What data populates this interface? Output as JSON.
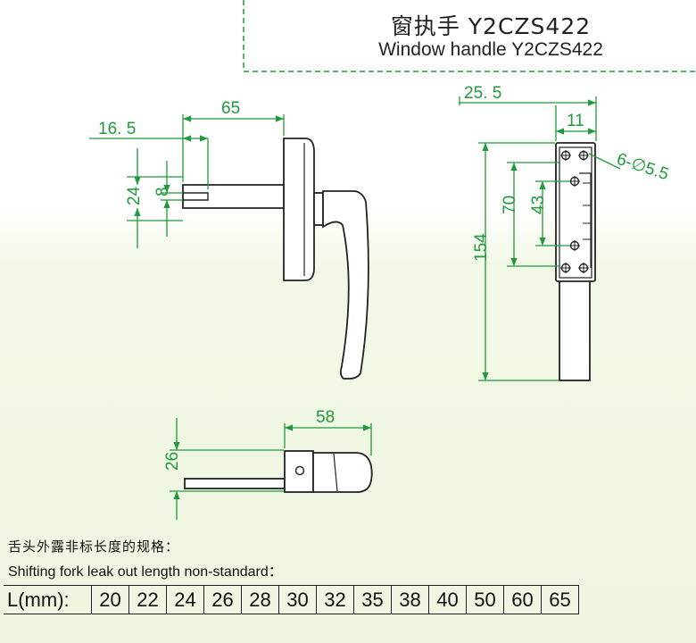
{
  "title": {
    "cn": "窗执手 Y2CZS422",
    "en": "Window handle Y2CZS422"
  },
  "dimensions": {
    "front": {
      "width_65": "65",
      "offset_16_5": "16. 5",
      "height_24": "24",
      "slot_8": "8"
    },
    "side": {
      "width_25_5": "25. 5",
      "width_11": "11",
      "holes": "6-∅5.5",
      "h_70": "70",
      "h_43": "43",
      "h_154": "154"
    },
    "bottom": {
      "width_58": "58",
      "height_26": "26"
    }
  },
  "note": {
    "cn": "舌头外露非标长度的规格：",
    "en": "Shifting fork leak out length non-standard："
  },
  "spec_table": {
    "header": "L(mm):",
    "values": [
      "20",
      "22",
      "24",
      "26",
      "28",
      "30",
      "32",
      "35",
      "38",
      "40",
      "50",
      "60",
      "65"
    ]
  },
  "colors": {
    "dimension_green": "#1e9a3a",
    "outline": "#222222",
    "background_tint": "#eef6e0"
  }
}
